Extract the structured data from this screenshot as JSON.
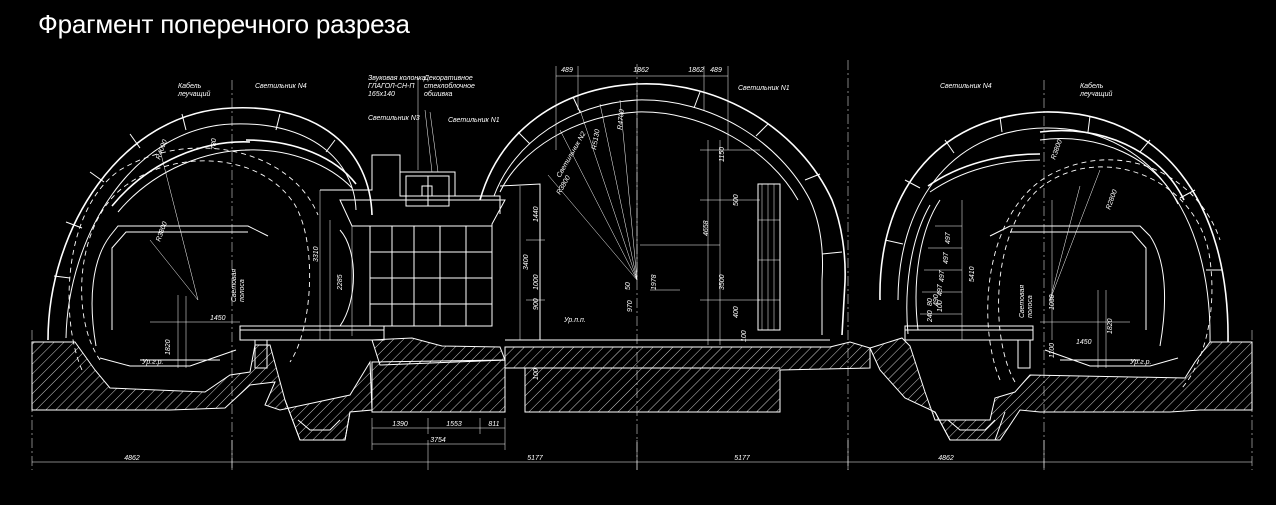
{
  "title": "Фрагмент поперечного разреза",
  "labels": {
    "cable_left": "Кабель\nлеучащий",
    "cable_right": "Кабель\nлеучащий",
    "lamp_n4_left": "Светильник N4",
    "lamp_n4_right": "Светильник N4",
    "speaker": "Звуковая колонка\nГЛАГОЛ-СН-П\n165х140",
    "lamp_n3": "Светильник N3",
    "decor_glass": "Декоративное\nстеклоблочное\nобшивка",
    "lamp_n1_left": "Светильник N1",
    "lamp_n1_right": "Светильник N1",
    "lamp_n2": "Светильник N2",
    "light_strip_left": "Световая\nполоса",
    "light_strip_right": "Световая\nполоса",
    "level_left": "Ур.г.р.",
    "level_mid": "Ур.п.п.",
    "level_right": "Ур.г.р."
  },
  "dimensions": {
    "top": [
      "489",
      "1862",
      "1862",
      "489"
    ],
    "radii": [
      "R4000",
      "R5130",
      "R4700",
      "R3800",
      "R3800",
      "R2800",
      "R3800"
    ],
    "left_vertical": [
      "780",
      "3310",
      "2285",
      "1820",
      "1450"
    ],
    "center_vertical": [
      "1440",
      "3400",
      "1000",
      "900",
      "100",
      "970",
      "1978",
      "4658",
      "3500",
      "1150",
      "500",
      "400",
      "100",
      "50"
    ],
    "right_vertical": [
      "5410",
      "1050",
      "1100",
      "1820",
      "1450",
      "80",
      "497",
      "497",
      "497",
      "497",
      "490",
      "100",
      "240"
    ],
    "bottom_row1": [
      "1390",
      "1553",
      "811"
    ],
    "bottom_row2": [
      "3754"
    ],
    "bottom_row3": [
      "4862",
      "5177",
      "5177",
      "4862"
    ]
  }
}
